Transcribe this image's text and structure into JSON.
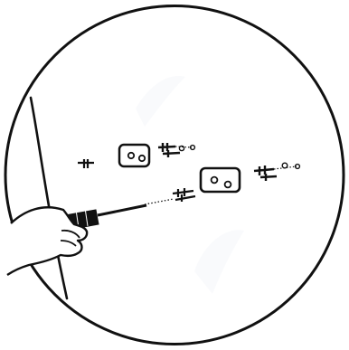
{
  "figure": {
    "kind": "assembly-instruction-illustration",
    "style": "black line drawing on white",
    "colors": {
      "ink": "#111111",
      "paper": "#ffffff",
      "skin": "#ffffff",
      "highlight": "#e9edf2"
    },
    "parts": {
      "brackets": 2,
      "anchors": 4,
      "screws": 3,
      "washers": 2
    },
    "tool": "screwdriver"
  }
}
